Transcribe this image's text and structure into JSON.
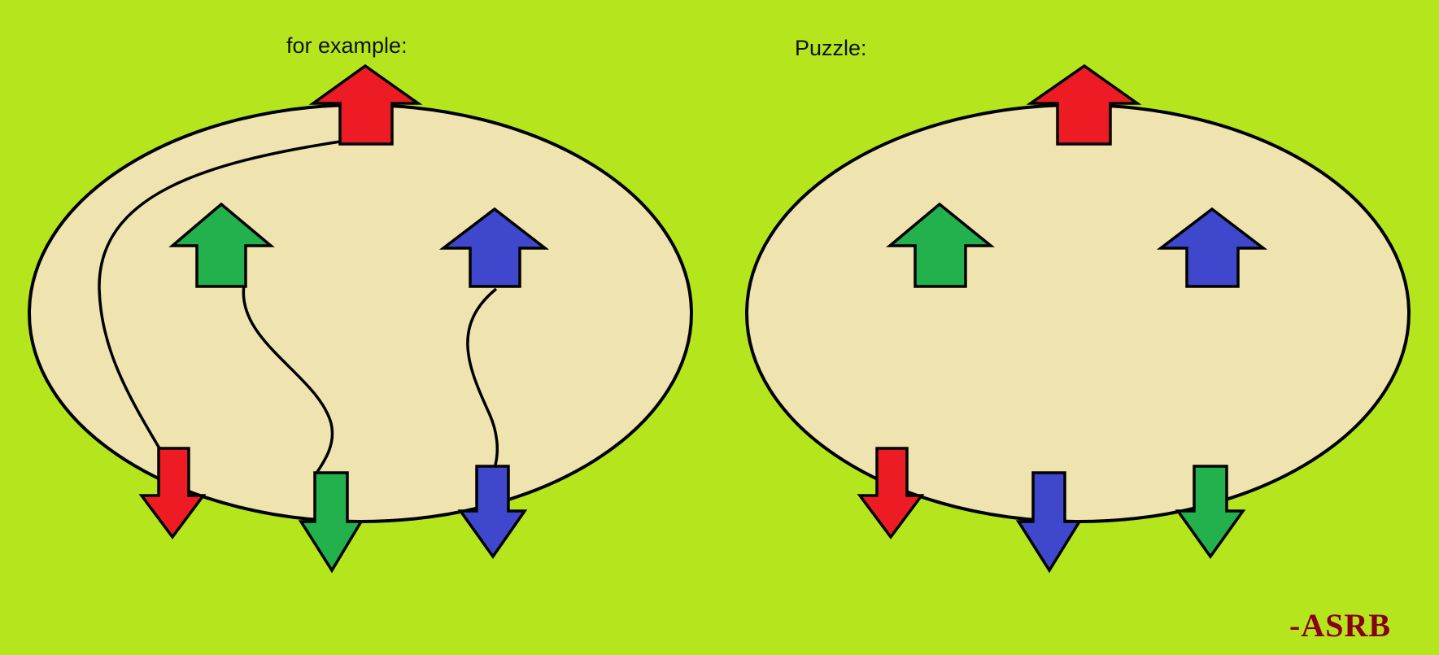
{
  "colors": {
    "background": "#b5e61d",
    "ellipse_fill": "#efe4b0",
    "outline": "#000000",
    "red": "#ed1c24",
    "green": "#22b14c",
    "blue": "#3f48cc",
    "signature": "#880015"
  },
  "panels": [
    {
      "label": "for example:",
      "arrows": [
        {
          "name": "red-source-arrow",
          "color": "red",
          "direction": "up"
        },
        {
          "name": "green-source-arrow",
          "color": "green",
          "direction": "up"
        },
        {
          "name": "blue-source-arrow",
          "color": "blue",
          "direction": "up"
        },
        {
          "name": "red-target-arrow",
          "color": "red",
          "direction": "down"
        },
        {
          "name": "green-target-arrow",
          "color": "green",
          "direction": "down"
        },
        {
          "name": "blue-target-arrow",
          "color": "blue",
          "direction": "down"
        }
      ],
      "connections": [
        {
          "from": "red-source-arrow",
          "to": "red-target-arrow"
        },
        {
          "from": "green-source-arrow",
          "to": "green-target-arrow"
        },
        {
          "from": "blue-source-arrow",
          "to": "blue-target-arrow"
        }
      ]
    },
    {
      "label": "Puzzle:",
      "arrows": [
        {
          "name": "red-source-arrow",
          "color": "red",
          "direction": "up"
        },
        {
          "name": "green-source-arrow",
          "color": "green",
          "direction": "up"
        },
        {
          "name": "blue-source-arrow",
          "color": "blue",
          "direction": "up"
        },
        {
          "name": "red-target-arrow",
          "color": "red",
          "direction": "down"
        },
        {
          "name": "blue-target-arrow",
          "color": "blue",
          "direction": "down"
        },
        {
          "name": "green-target-arrow",
          "color": "green",
          "direction": "down"
        }
      ],
      "connections": []
    }
  ],
  "signature": "-ASRB"
}
